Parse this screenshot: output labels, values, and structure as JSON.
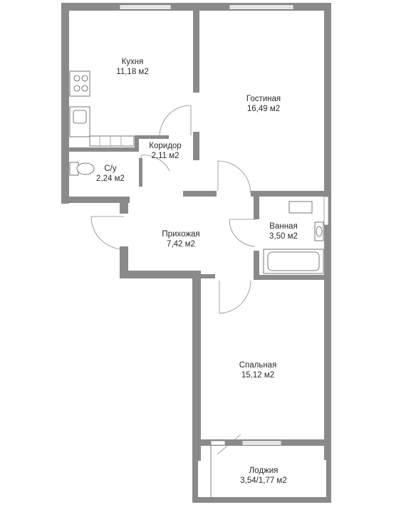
{
  "rooms": {
    "kitchen": {
      "name": "Кухня",
      "area": "11,18 м2"
    },
    "living": {
      "name": "Гостиная",
      "area": "16,49 м2"
    },
    "corridor": {
      "name": "Коридор",
      "area": "2,11 м2"
    },
    "wc": {
      "name": "С/у",
      "area": "2,24 м2"
    },
    "hall": {
      "name": "Прихожая",
      "area": "7,42 м2"
    },
    "bathroom": {
      "name": "Ванная",
      "area": "3,50 м2"
    },
    "bedroom": {
      "name": "Спальная",
      "area": "15,12 м2"
    },
    "loggia": {
      "name": "Лоджия",
      "area": "3,54/1,77 м2"
    }
  },
  "colors": {
    "wall": "#8a8a8a",
    "text": "#2a2a2a",
    "background": "#ffffff"
  }
}
